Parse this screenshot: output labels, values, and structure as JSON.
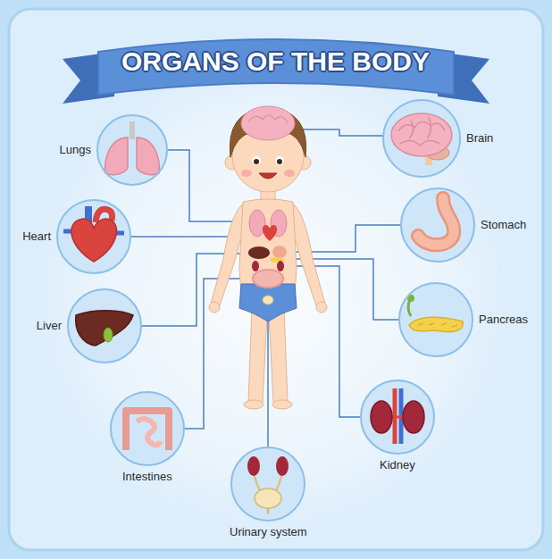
{
  "diagram": {
    "title": "ORGANS OF THE BODY",
    "nodes": [
      {
        "text": [
          "Lungs"
        ]
      },
      {
        "text": [
          "Brain"
        ]
      },
      {
        "text": [
          "Heart"
        ]
      },
      {
        "text": [
          "Stomach"
        ]
      },
      {
        "text": [
          "Liver"
        ]
      },
      {
        "text": [
          "Pancreas"
        ]
      },
      {
        "text": [
          "Kidney"
        ]
      },
      {
        "text": [
          "Intestines"
        ]
      },
      {
        "text": [
          "Urinary system"
        ]
      }
    ]
  }
}
